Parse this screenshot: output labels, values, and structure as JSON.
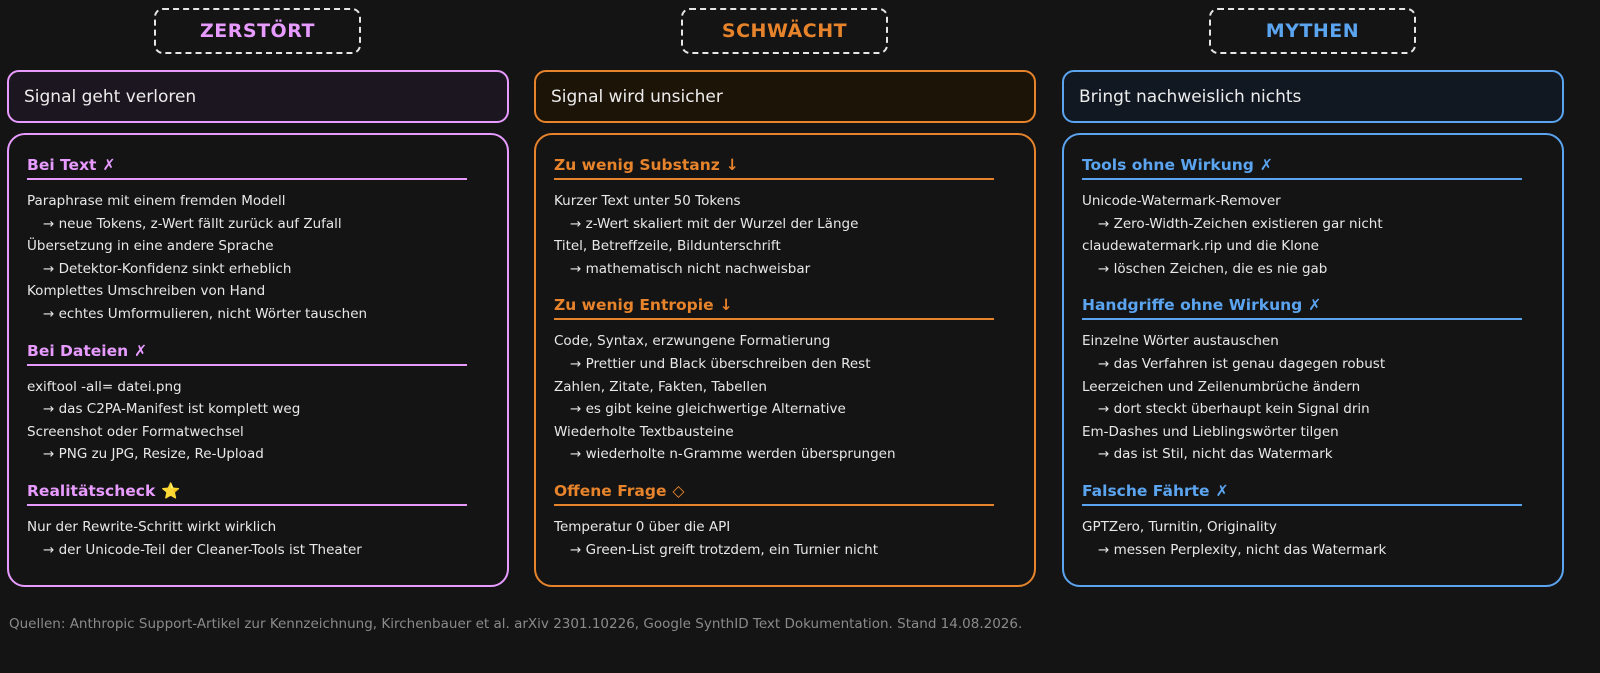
{
  "colors": {
    "pink": "#e79bff",
    "orange": "#e6832b",
    "blue": "#5ba4ef",
    "background": "#141414"
  },
  "columns": [
    {
      "tag": "ZERSTÖRT",
      "header": "Signal geht verloren",
      "sections": [
        {
          "title": "Bei Text",
          "glyph": "✗",
          "lines": [
            "Paraphrase mit einem fremden Modell",
            "→ neue Tokens, z-Wert fällt zurück auf Zufall",
            "Übersetzung in eine andere Sprache",
            "→ Detektor-Konfidenz sinkt erheblich",
            "Komplettes Umschreiben von Hand",
            "→ echtes Umformulieren, nicht Wörter tauschen"
          ]
        },
        {
          "title": "Bei Dateien",
          "glyph": "✗",
          "lines": [
            "exiftool -all= datei.png",
            "→ das C2PA-Manifest ist komplett weg",
            "Screenshot oder Formatwechsel",
            "→ PNG zu JPG, Resize, Re-Upload"
          ]
        },
        {
          "title": "Realitätscheck",
          "glyph": "⭐",
          "lines": [
            "Nur der Rewrite-Schritt wirkt wirklich",
            "→ der Unicode-Teil der Cleaner-Tools ist Theater"
          ]
        }
      ]
    },
    {
      "tag": "SCHWÄCHT",
      "header": "Signal wird unsicher",
      "sections": [
        {
          "title": "Zu wenig Substanz",
          "glyph": "↓",
          "lines": [
            "Kurzer Text unter 50 Tokens",
            "→ z-Wert skaliert mit der Wurzel der Länge",
            "Titel, Betreffzeile, Bildunterschrift",
            "→ mathematisch nicht nachweisbar"
          ]
        },
        {
          "title": "Zu wenig Entropie",
          "glyph": "↓",
          "lines": [
            "Code, Syntax, erzwungene Formatierung",
            "→ Prettier und Black überschreiben den Rest",
            "Zahlen, Zitate, Fakten, Tabellen",
            "→ es gibt keine gleichwertige Alternative",
            "Wiederholte Textbausteine",
            "→ wiederholte n-Gramme werden übersprungen"
          ]
        },
        {
          "title": "Offene Frage",
          "glyph": "◇",
          "lines": [
            "Temperatur 0 über die API",
            "→ Green-List greift trotzdem, ein Turnier nicht"
          ]
        }
      ]
    },
    {
      "tag": "MYTHEN",
      "header": "Bringt nachweislich nichts",
      "sections": [
        {
          "title": "Tools ohne Wirkung",
          "glyph": "✗",
          "lines": [
            "Unicode-Watermark-Remover",
            "→ Zero-Width-Zeichen existieren gar nicht",
            "claudewatermark.rip und die Klone",
            "→ löschen Zeichen, die es nie gab"
          ]
        },
        {
          "title": "Handgriffe ohne Wirkung",
          "glyph": "✗",
          "lines": [
            "Einzelne Wörter austauschen",
            "→ das Verfahren ist genau dagegen robust",
            "Leerzeichen und Zeilenumbrüche ändern",
            "→ dort steckt überhaupt kein Signal drin",
            "Em-Dashes und Lieblingswörter tilgen",
            "→ das ist Stil, nicht das Watermark"
          ]
        },
        {
          "title": "Falsche Fährte",
          "glyph": "✗",
          "lines": [
            "GPTZero, Turnitin, Originality",
            "→ messen Perplexity, nicht das Watermark"
          ]
        }
      ]
    }
  ],
  "footer": "Quellen: Anthropic Support-Artikel zur Kennzeichnung, Kirchenbauer et al. arXiv 2301.10226, Google SynthID Text Dokumentation. Stand 14.08.2026."
}
